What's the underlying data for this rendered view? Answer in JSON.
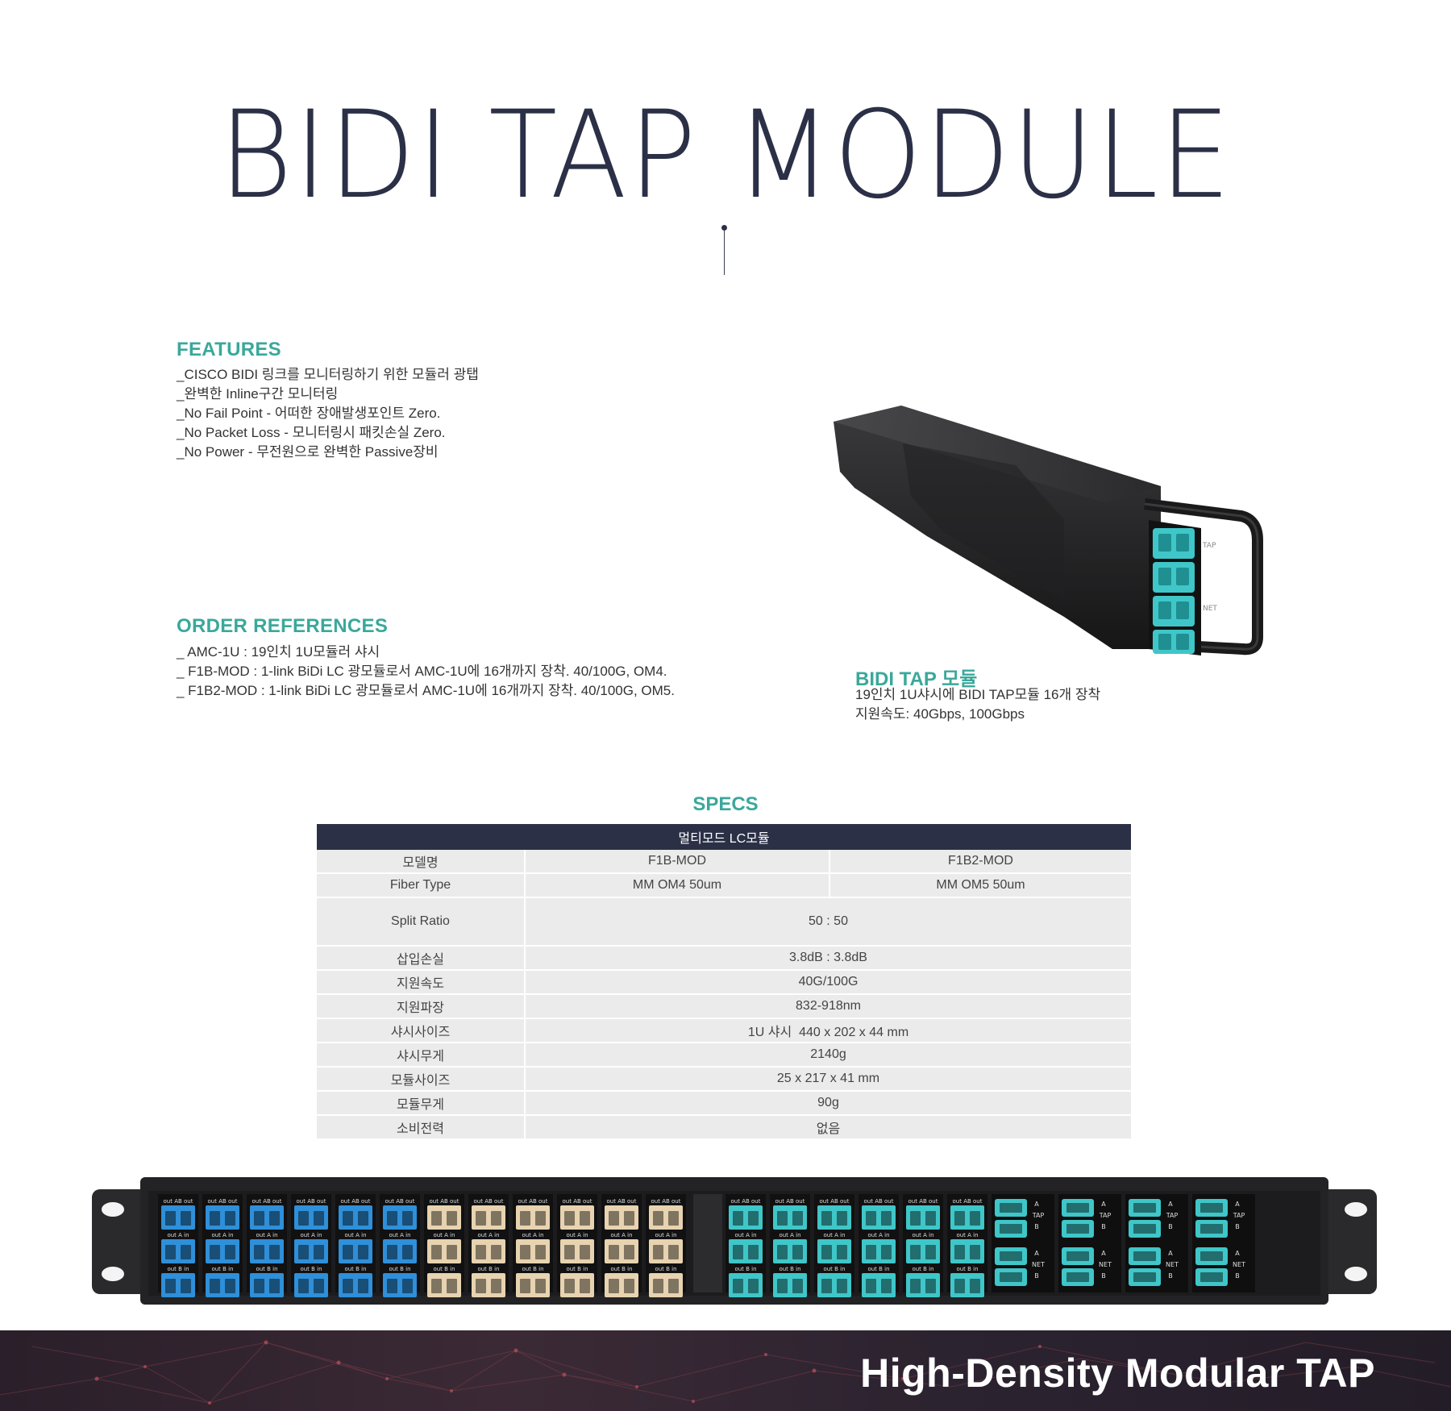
{
  "header": {
    "title": "BIDI TAP MODULE"
  },
  "features": {
    "title": "FEATURES",
    "items": [
      "_CISCO BIDI 링크를 모니터링하기 위한 모듈러 광탭",
      "_완벽한 Inline구간 모니터링",
      "_No Fail Point - 어떠한 장애발생포인트 Zero.",
      "_No Packet Loss - 모니터링시 패킷손실 Zero.",
      "_No Power - 무전원으로 완벽한 Passive장비"
    ]
  },
  "order": {
    "title": "ORDER REFERENCES",
    "items": [
      "_ AMC-1U : 19인치 1U모듈러 샤시",
      "_ F1B-MOD : 1-link BiDi LC 광모듈로서 AMC-1U에 16개까지 장착. 40/100G, OM4.",
      "_ F1B2-MOD : 1-link BiDi LC 광모듈로서 AMC-1U에 16개까지 장착. 40/100G, OM5."
    ]
  },
  "product": {
    "caption_title": "BIDI TAP 모듈",
    "caption_line1": "19인치 1U샤시에 BIDI TAP모듈 16개 장착",
    "caption_line2": "지원속도: 40Gbps, 100Gbps",
    "module_label_tap": "TAP",
    "module_label_net": "NET"
  },
  "specs": {
    "title": "SPECS",
    "header": "멀티모드 LC모듈",
    "rows": {
      "model": {
        "label": "모델명",
        "c1": "F1B-MOD",
        "c2": "F1B2-MOD"
      },
      "fiber": {
        "label": "Fiber Type",
        "c1": "MM OM4 50um",
        "c2": "MM OM5 50um"
      },
      "split": {
        "label": "Split Ratio",
        "value": "50 : 50"
      },
      "loss": {
        "label": "삽입손실",
        "value": "3.8dB : 3.8dB"
      },
      "speed": {
        "label": "지원속도",
        "value": "40G/100G"
      },
      "wave": {
        "label": "지원파장",
        "value": "832-918nm"
      },
      "csize": {
        "label": "샤시사이즈",
        "value": "1U 샤시  440 x 202 x 44 mm"
      },
      "cweight": {
        "label": "샤시무게",
        "value": "2140g"
      },
      "msize": {
        "label": "모듈사이즈",
        "value": "25 x 217 x 41 mm"
      },
      "mweight": {
        "label": "모듈무게",
        "value": "90g"
      },
      "power": {
        "label": "소비전력",
        "value": "없음"
      }
    }
  },
  "chassis": {
    "port_header": "out AB out",
    "row_a": "out A in",
    "row_b": "out B in",
    "side_a": "A",
    "side_b": "B",
    "side_tap": "TAP",
    "side_net": "NET",
    "colors": {
      "blue": "#2f8fd8",
      "beige": "#e8d3b0",
      "aqua": "#3fc6c8",
      "panel": "#1c1c1e"
    }
  },
  "banner": {
    "text": "High-Density Modular TAP"
  }
}
